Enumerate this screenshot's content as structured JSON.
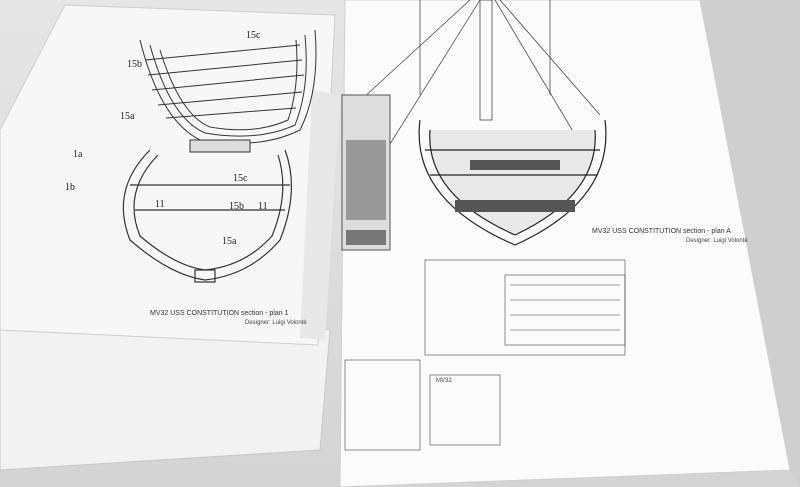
{
  "left_sheet": {
    "part_labels": {
      "p15c_top": "15c",
      "p15b_top": "15b",
      "p15a_top": "15a",
      "p1a": "1a",
      "p1b": "1b",
      "p15c_mid": "15c",
      "p11_left": "11",
      "p15b_mid": "15b",
      "p11_right": "11",
      "p15a_mid": "15a"
    },
    "plan_title": "MV32 USS CONSTITUTION section - plan 1",
    "designer": "Designer: Luigi Volonté"
  },
  "right_sheet": {
    "plan_title": "MV32 USS CONSTITUTION section - plan A",
    "designer": "Designer: Luigi Volonté",
    "parts_label": "MV32"
  }
}
